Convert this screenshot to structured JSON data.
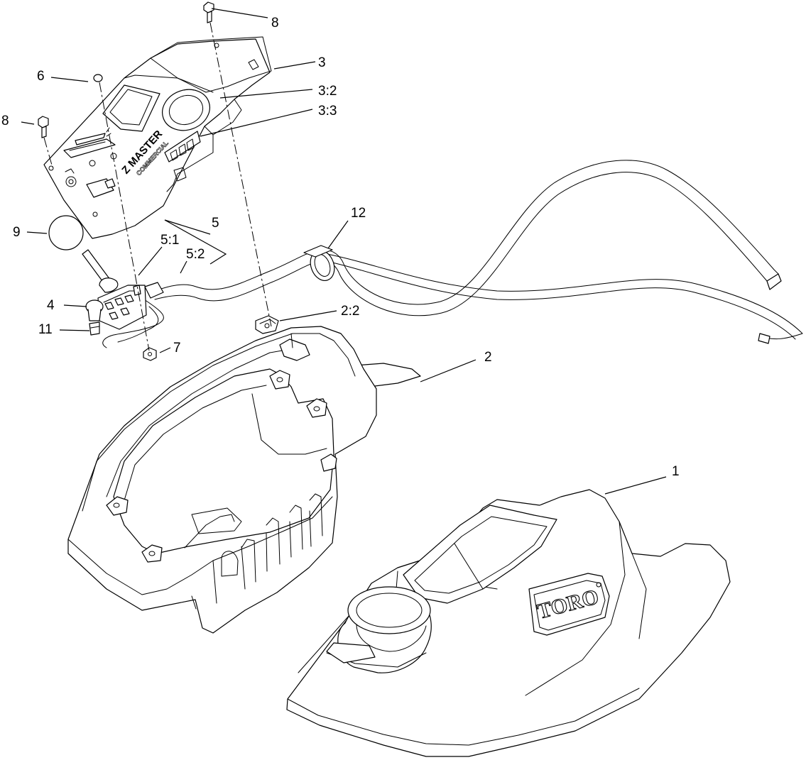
{
  "callouts": {
    "c1": "1",
    "c2": "2",
    "c2_2": "2:2",
    "c3": "3",
    "c3_2": "3:2",
    "c3_3": "3:3",
    "c4": "4",
    "c5": "5",
    "c5_1": "5:1",
    "c5_2": "5:2",
    "c6": "6",
    "c7": "7",
    "c8_top": "8",
    "c8_left": "8",
    "c9": "9",
    "c11": "11",
    "c12": "12"
  },
  "markings": {
    "panel_brand_line1": "Z MASTER",
    "panel_brand_line2": "COMMERCIAL",
    "cover_logo": "TORO"
  }
}
